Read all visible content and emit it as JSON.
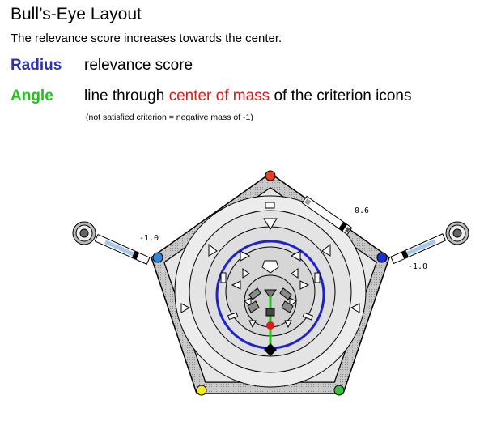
{
  "title": "Bull’s-Eye Layout",
  "subtitle": "The relevance score increases towards the center.",
  "legend": {
    "radius": {
      "term": "Radius",
      "description": "relevance score",
      "color": "#2b33b3"
    },
    "angle": {
      "term": "Angle",
      "description_before": "line through ",
      "description_highlight": "center of mass",
      "description_after": " of the criterion icons",
      "color": "#22c21c",
      "highlight_color": "#e01b1b"
    },
    "note": "(not satisfied criterion = negative mass of -1)"
  },
  "diagram": {
    "value_labels": {
      "top_right": "0.6",
      "left": "-1.0",
      "right": "-1.0"
    },
    "criterion_colors": {
      "top": "#e8401c",
      "right": "#1a2fd1",
      "bottom_right": "#38c23a",
      "bottom_left": "#f2ec1a",
      "left": "#2a86e0"
    },
    "radius_circle_color": "#1c22cc",
    "angle_line_color": "#22c21c",
    "center_of_mass_color": "#e01b1b"
  }
}
